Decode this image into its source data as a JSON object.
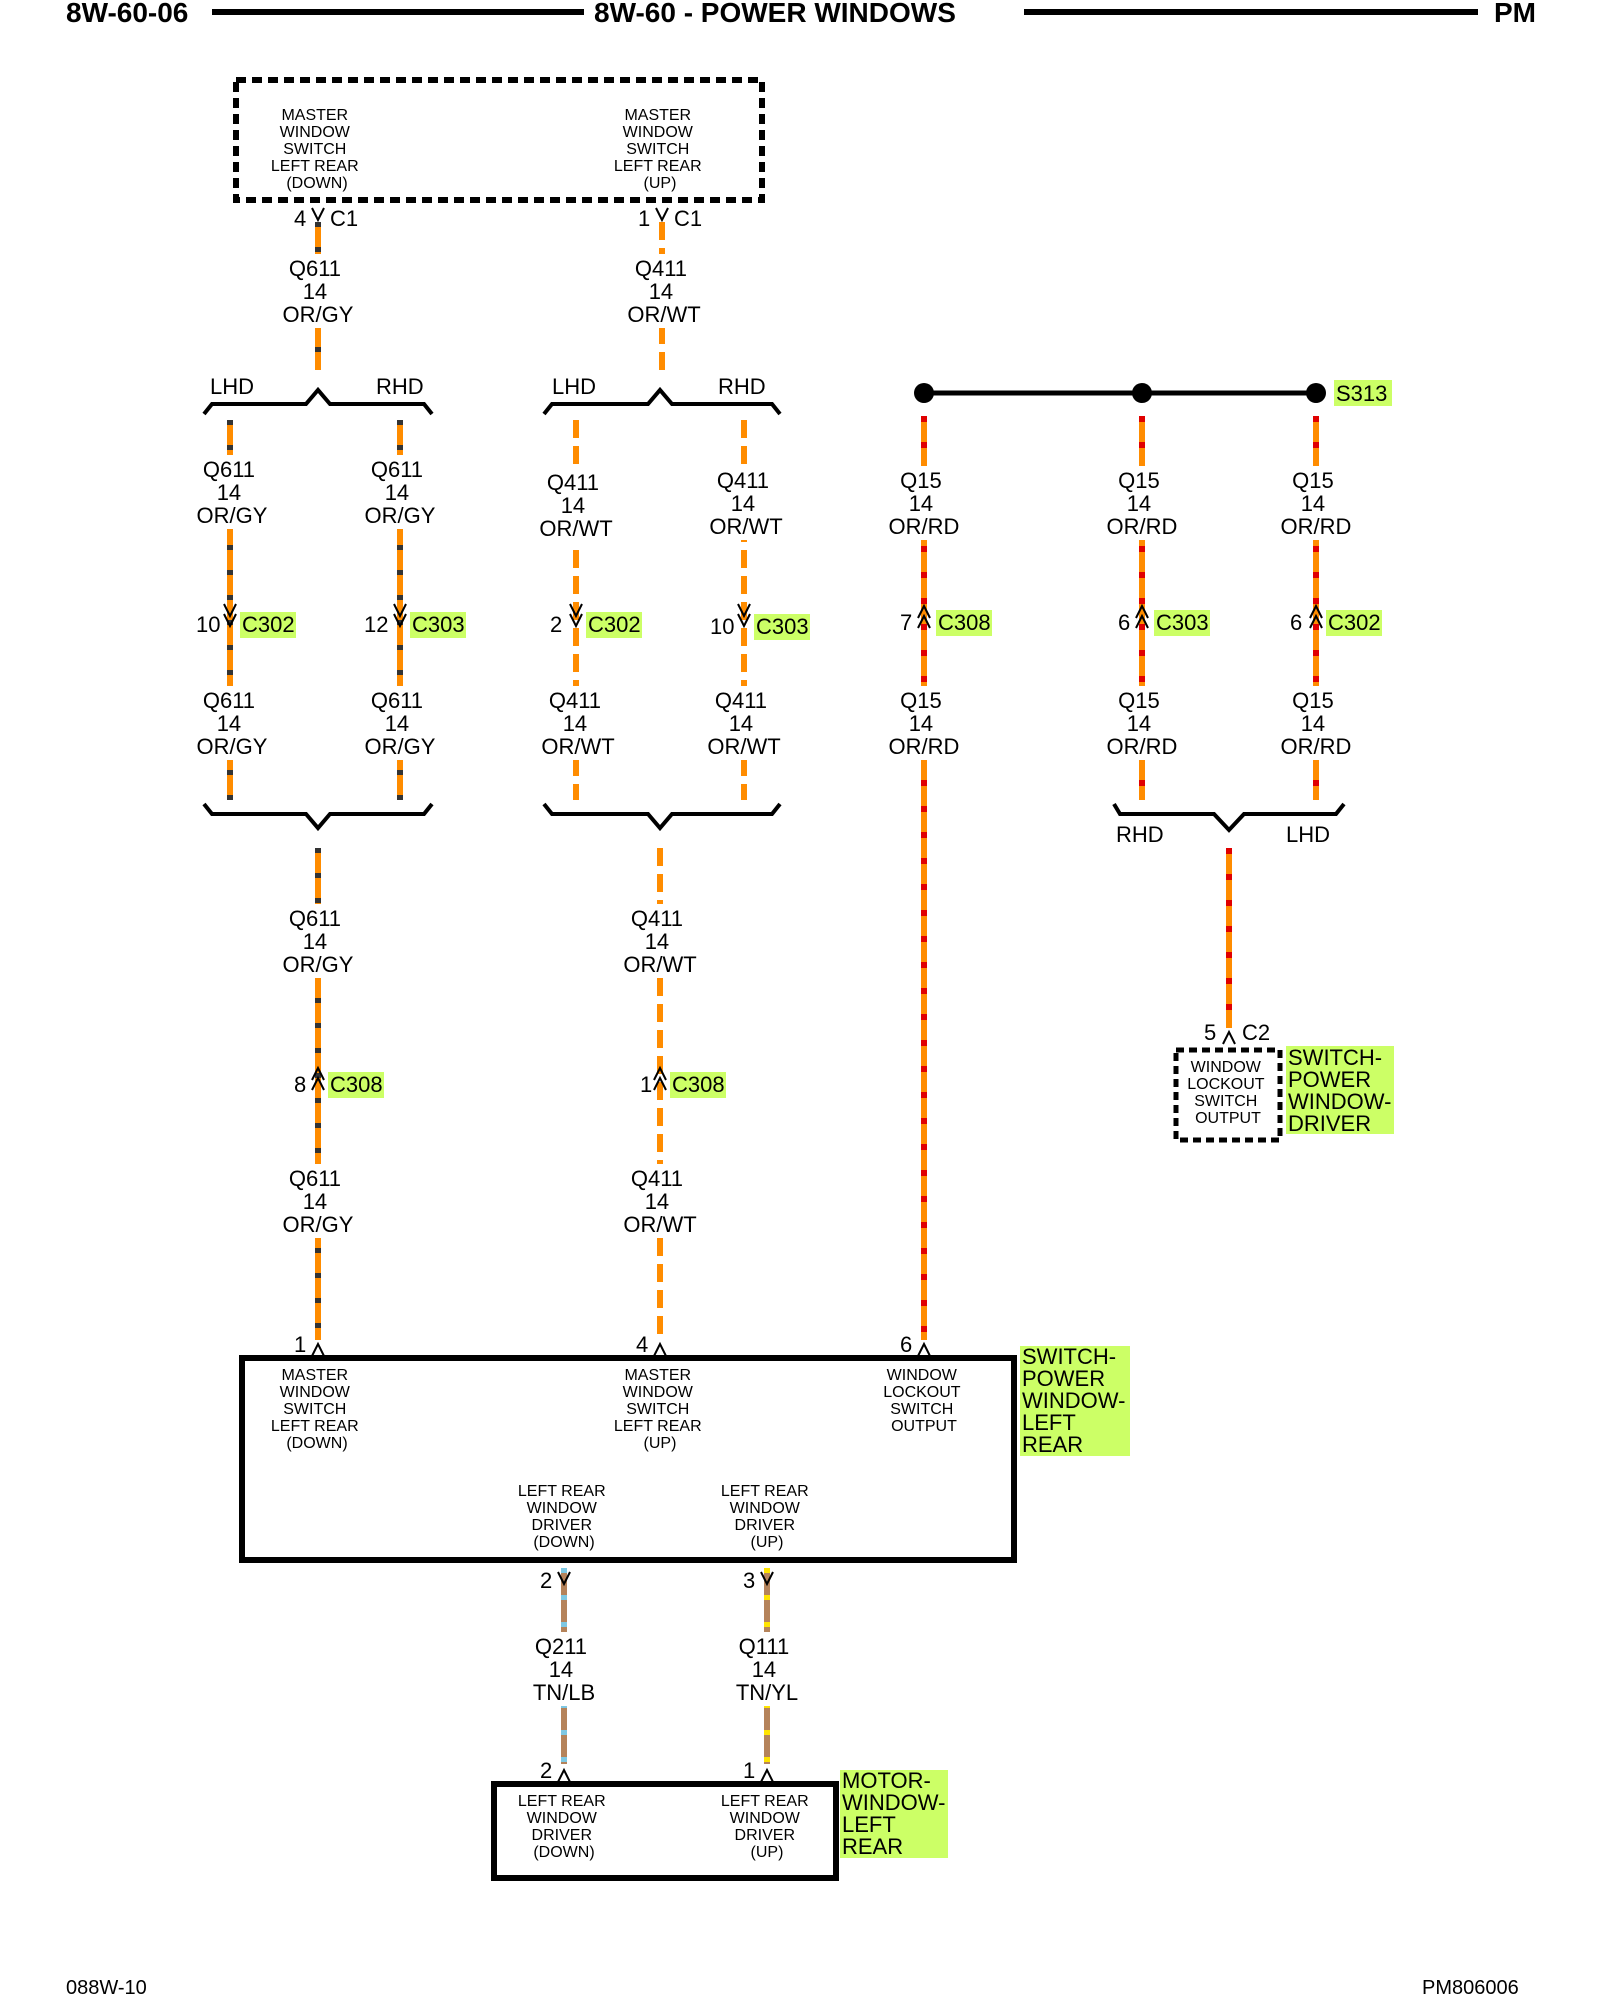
{
  "header": {
    "left": "8W-60-06",
    "title": "8W-60 - POWER WINDOWS",
    "right": "PM"
  },
  "footer": {
    "left": "088W-10",
    "right": "PM806006"
  },
  "colors": {
    "highlight": "#ccff66",
    "or_gy": [
      "#ff8c00",
      "#333333"
    ],
    "or_wt": [
      "#ff8c00",
      "#ffffff"
    ],
    "or_rd": [
      "#ff8c00",
      "#e00000"
    ],
    "tn_lb": [
      "#b5835a",
      "#7ec8e3"
    ],
    "tn_yl": [
      "#b5835a",
      "#ffe400"
    ]
  },
  "components": {
    "master_switch": {
      "pins": [
        [
          "MASTER",
          "WINDOW",
          "SWITCH",
          "LEFT REAR",
          "(DOWN)"
        ],
        [
          "MASTER",
          "WINDOW",
          "SWITCH",
          "LEFT REAR",
          "(UP)"
        ]
      ],
      "connector_left": {
        "pin": "4",
        "name": "C1"
      },
      "connector_right": {
        "pin": "1",
        "name": "C1"
      }
    },
    "switch_left_rear": {
      "name_lines": [
        "SWITCH-",
        "POWER",
        "WINDOW-",
        "LEFT",
        "REAR"
      ],
      "pins": [
        {
          "num": "1",
          "lines": [
            "MASTER",
            "WINDOW",
            "SWITCH",
            "LEFT REAR",
            "(DOWN)"
          ]
        },
        {
          "num": "4",
          "lines": [
            "MASTER",
            "WINDOW",
            "SWITCH",
            "LEFT REAR",
            "(UP)"
          ]
        },
        {
          "num": "6",
          "lines": [
            "WINDOW",
            "LOCKOUT",
            "SWITCH",
            "OUTPUT"
          ]
        }
      ],
      "bottom_pins": [
        {
          "num": "2",
          "lines": [
            "LEFT REAR",
            "WINDOW",
            "DRIVER",
            "(DOWN)"
          ]
        },
        {
          "num": "3",
          "lines": [
            "LEFT REAR",
            "WINDOW",
            "DRIVER",
            "(UP)"
          ]
        }
      ]
    },
    "switch_driver": {
      "name_lines": [
        "SWITCH-",
        "POWER",
        "WINDOW-",
        "DRIVER"
      ],
      "lines": [
        "WINDOW",
        "LOCKOUT",
        "SWITCH",
        "OUTPUT"
      ],
      "connector": {
        "pin": "5",
        "name": "C2"
      }
    },
    "motor": {
      "name_lines": [
        "MOTOR-",
        "WINDOW-",
        "LEFT",
        "REAR"
      ],
      "pins": [
        {
          "num": "2",
          "lines": [
            "LEFT REAR",
            "WINDOW",
            "DRIVER",
            "(DOWN)"
          ]
        },
        {
          "num": "1",
          "lines": [
            "LEFT REAR",
            "WINDOW",
            "DRIVER",
            "(UP)"
          ]
        }
      ]
    }
  },
  "splice": "S313",
  "branch_labels": {
    "lhd": "LHD",
    "rhd": "RHD"
  },
  "wires": {
    "q611": [
      "Q611",
      "14",
      "OR/GY"
    ],
    "q411": [
      "Q411",
      "14",
      "OR/WT"
    ],
    "q15": [
      "Q15",
      "14",
      "OR/RD"
    ],
    "q211": [
      "Q211",
      "14",
      "TN/LB"
    ],
    "q111": [
      "Q111",
      "14",
      "TN/YL"
    ]
  },
  "connectors": {
    "c302": "C302",
    "c303": "C303",
    "c308": "C308"
  },
  "pins": {
    "p10": "10",
    "p12": "12",
    "p2": "2",
    "p7": "7",
    "p6": "6",
    "p8": "8",
    "p1": "1",
    "p4": "4",
    "p3": "3",
    "p5": "5"
  }
}
